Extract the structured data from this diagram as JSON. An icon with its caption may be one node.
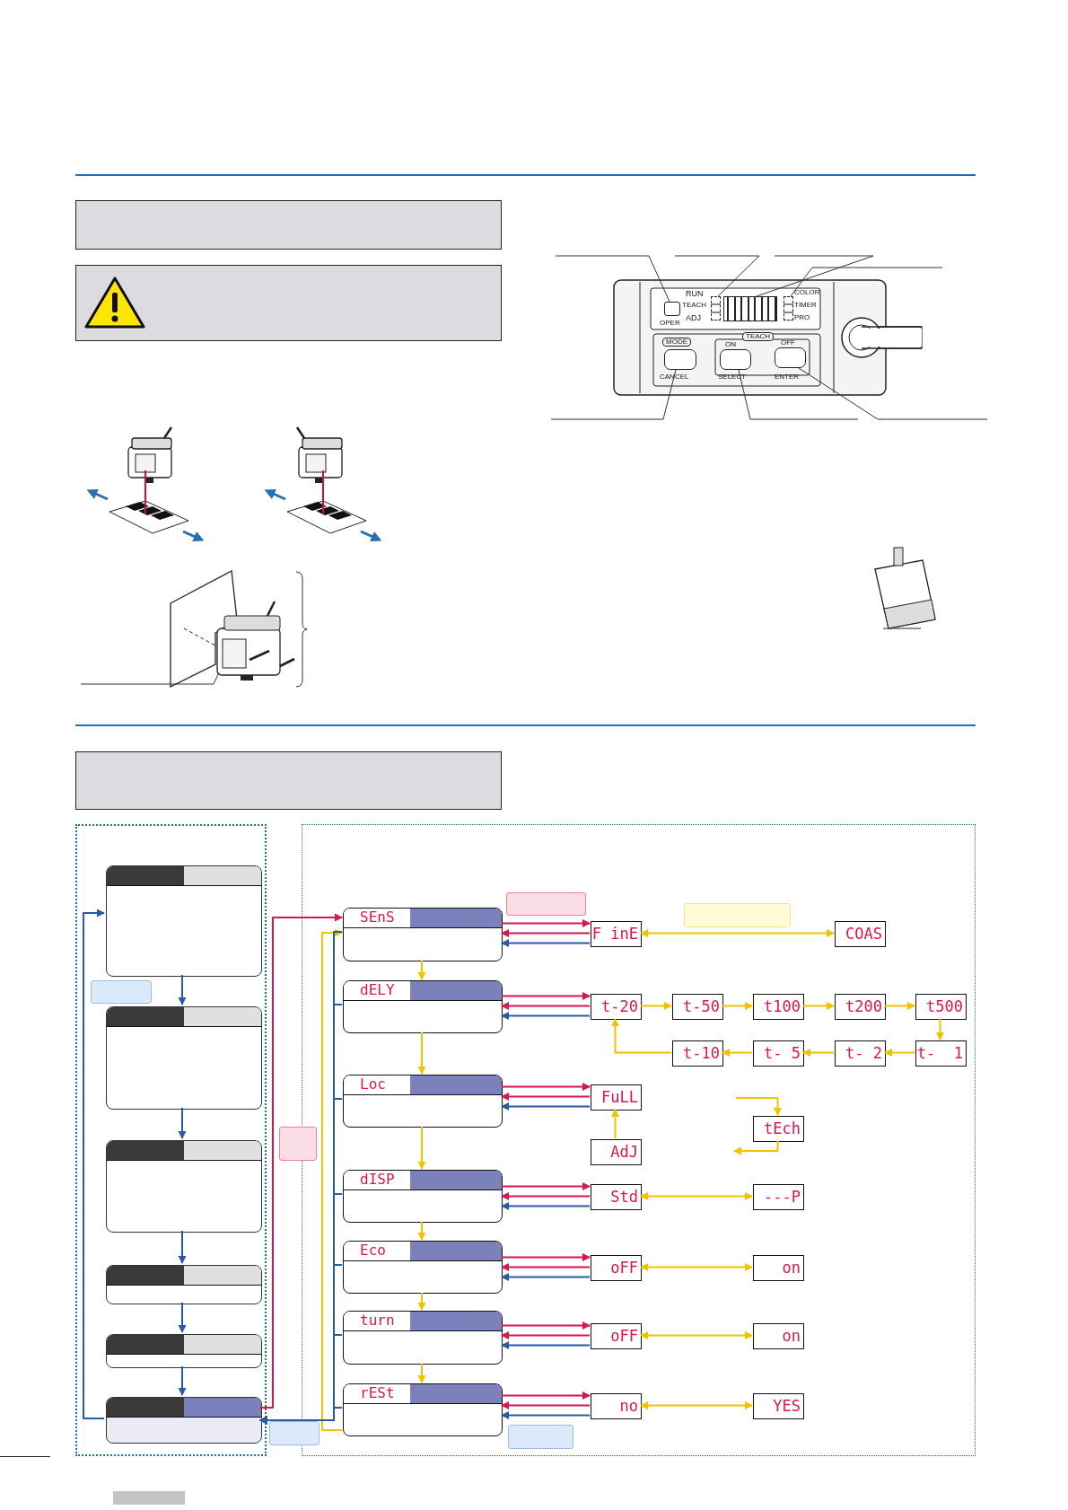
{
  "diagram": {
    "nodes": [
      {
        "text": [],
        "shape": "box"
      },
      {
        "text": [],
        "shape": "box",
        "in": 0
      },
      {
        "text": [],
        "shape": "box",
        "in": 0
      },
      {
        "text": [],
        "shape": "box",
        "in": 0
      },
      {
        "text": [],
        "shape": "box",
        "in": 0
      },
      {
        "text": [],
        "shape": "box",
        "in": 0
      },
      {
        "text": [],
        "shape": "box",
        "in": 0
      },
      {
        "text": [],
        "shape": "box"
      },
      {
        "text": [
          "SEnS"
        ],
        "in": 7
      },
      {
        "text": [
          "dELY"
        ],
        "in": 7
      },
      {
        "text": [
          "Loc"
        ],
        "in": 7
      },
      {
        "text": [
          "dISP"
        ],
        "in": 7
      },
      {
        "text": [
          "Eco"
        ],
        "in": 7
      },
      {
        "text": [
          "turn"
        ],
        "in": 7
      },
      {
        "text": [
          "rESt"
        ],
        "in": 7
      },
      {
        "text": [
          "F inE"
        ],
        "in": 7
      },
      {
        "text": [
          "COAS"
        ],
        "in": 7
      },
      {
        "text": [
          "t-20"
        ],
        "in": 7
      },
      {
        "text": [
          "t-50"
        ],
        "in": 7
      },
      {
        "text": [
          "t100"
        ],
        "in": 7
      },
      {
        "text": [
          "t200"
        ],
        "in": 7
      },
      {
        "text": [
          "t500"
        ],
        "in": 7
      },
      {
        "text": [
          "t-  1"
        ],
        "in": 7
      },
      {
        "text": [
          "t- 2"
        ],
        "in": 7
      },
      {
        "text": [
          "t- 5"
        ],
        "in": 7
      },
      {
        "text": [
          "t-10"
        ],
        "in": 7
      },
      {
        "text": [
          "FuLL"
        ],
        "in": 7
      },
      {
        "text": [
          "AdJ"
        ],
        "in": 7
      },
      {
        "text": [
          "tEch"
        ],
        "in": 7
      },
      {
        "text": [
          "Std"
        ],
        "in": 7
      },
      {
        "text": [
          "---P"
        ],
        "in": 7
      },
      {
        "text": [
          "oFF"
        ],
        "in": 7
      },
      {
        "text": [
          "on"
        ],
        "in": 7
      },
      {
        "text": [
          "oFF"
        ],
        "in": 7
      },
      {
        "text": [
          "on"
        ],
        "in": 7
      },
      {
        "text": [
          "no"
        ],
        "in": 7
      },
      {
        "text": [
          "YES"
        ],
        "in": 7
      },
      {
        "text": [],
        "shape": "box",
        "in": 7
      },
      {
        "text": [],
        "shape": "box",
        "in": 7
      },
      {
        "text": [],
        "shape": "box",
        "in": 0
      },
      {
        "text": [],
        "shape": "box"
      },
      {
        "text": [],
        "shape": "box"
      },
      {
        "text": [],
        "shape": "box",
        "in": 7
      },
      {
        "text": [],
        "shape": "box"
      },
      {
        "text": [],
        "shape": "box"
      },
      {
        "text": [],
        "shape": "box"
      },
      {
        "text": [],
        "shape": "box"
      },
      {
        "text": [],
        "shape": "box"
      },
      {
        "text": [],
        "shape": "box"
      },
      {
        "text": [],
        "shape": "box"
      }
    ],
    "edges": [
      {
        "from": 1,
        "to": 2,
        "arrow": "to",
        "color": "#2a5aa6"
      },
      {
        "from": 2,
        "to": 3,
        "arrow": "to",
        "color": "#2a5aa6"
      },
      {
        "from": 3,
        "to": 4,
        "arrow": "to",
        "color": "#2a5aa6"
      },
      {
        "from": 4,
        "to": 5,
        "arrow": "to",
        "color": "#2a5aa6"
      },
      {
        "from": 5,
        "to": 6,
        "arrow": "to",
        "color": "#2a5aa6"
      },
      {
        "from": 6,
        "to": 1,
        "arrow": "to",
        "color": "#2a5aa6"
      },
      {
        "from": 6,
        "to": 8,
        "arrow": "to",
        "color": "#d9164f"
      },
      {
        "from": 14,
        "to": 8,
        "arrow": "to"
      },
      {
        "from": 8,
        "to": 6,
        "arrow": "to",
        "color": "#2a5aa6"
      },
      {
        "from": 9,
        "to": 6,
        "arrow": "to",
        "color": "#2a5aa6"
      },
      {
        "from": 10,
        "to": 6,
        "arrow": "to",
        "color": "#2a5aa6"
      },
      {
        "from": 11,
        "to": 6,
        "arrow": "to",
        "color": "#2a5aa6"
      },
      {
        "from": 12,
        "to": 6,
        "arrow": "to",
        "color": "#2a5aa6"
      },
      {
        "from": 13,
        "to": 6,
        "arrow": "to",
        "color": "#2a5aa6"
      },
      {
        "from": 14,
        "to": 6,
        "arrow": "to",
        "color": "#2a5aa6"
      },
      {
        "from": 8,
        "to": 9,
        "arrow": "to"
      },
      {
        "from": 9,
        "to": 10,
        "arrow": "to"
      },
      {
        "from": 10,
        "to": 11,
        "arrow": "to"
      },
      {
        "from": 11,
        "to": 12,
        "arrow": "to"
      },
      {
        "from": 12,
        "to": 13,
        "arrow": "to"
      },
      {
        "from": 13,
        "to": 14,
        "arrow": "to"
      },
      {
        "from": 8,
        "to": 15,
        "arrow": "to",
        "color": "#d9164f"
      },
      {
        "from": 15,
        "to": 8,
        "arrow": "to",
        "color": "#d9164f"
      },
      {
        "from": 15,
        "to": 8,
        "arrow": "to",
        "color": "#2a5aa6"
      },
      {
        "from": 9,
        "to": 17,
        "arrow": "to",
        "color": "#d9164f"
      },
      {
        "from": 17,
        "to": 9,
        "arrow": "to",
        "color": "#d9164f"
      },
      {
        "from": 17,
        "to": 9,
        "arrow": "to",
        "color": "#2a5aa6"
      },
      {
        "from": 10,
        "to": 26,
        "arrow": "to",
        "color": "#d9164f"
      },
      {
        "from": 26,
        "to": 10,
        "arrow": "to",
        "color": "#d9164f"
      },
      {
        "from": 26,
        "to": 10,
        "arrow": "to",
        "color": "#2a5aa6"
      },
      {
        "from": 11,
        "to": 29,
        "arrow": "to",
        "color": "#d9164f"
      },
      {
        "from": 29,
        "to": 11,
        "arrow": "to",
        "color": "#d9164f"
      },
      {
        "from": 29,
        "to": 11,
        "arrow": "to",
        "color": "#2a5aa6"
      },
      {
        "from": 12,
        "to": 31,
        "arrow": "to",
        "color": "#d9164f"
      },
      {
        "from": 31,
        "to": 12,
        "arrow": "to",
        "color": "#d9164f"
      },
      {
        "from": 31,
        "to": 12,
        "arrow": "to",
        "color": "#2a5aa6"
      },
      {
        "from": 13,
        "to": 33,
        "arrow": "to",
        "color": "#d9164f"
      },
      {
        "from": 33,
        "to": 13,
        "arrow": "to",
        "color": "#d9164f"
      },
      {
        "from": 33,
        "to": 13,
        "arrow": "to",
        "color": "#2a5aa6"
      },
      {
        "from": 14,
        "to": 35,
        "arrow": "to",
        "color": "#d9164f"
      },
      {
        "from": 35,
        "to": 14,
        "arrow": "to",
        "color": "#d9164f"
      },
      {
        "from": 35,
        "to": 14,
        "arrow": "to",
        "color": "#2a5aa6"
      },
      {
        "from": 15,
        "to": 16,
        "arrow": "both"
      },
      {
        "from": 17,
        "to": 18,
        "arrow": "to"
      },
      {
        "from": 18,
        "to": 19,
        "arrow": "to"
      },
      {
        "from": 19,
        "to": 20,
        "arrow": "to"
      },
      {
        "from": 20,
        "to": 21,
        "arrow": "to"
      },
      {
        "from": 21,
        "to": 22,
        "arrow": "to"
      },
      {
        "from": 22,
        "to": 23,
        "arrow": "to"
      },
      {
        "from": 23,
        "to": 24,
        "arrow": "to"
      },
      {
        "from": 24,
        "to": 25,
        "arrow": "to"
      },
      {
        "from": 25,
        "to": 17,
        "arrow": "to"
      },
      {
        "from": 27,
        "to": 26,
        "arrow": "to"
      },
      {
        "from": null,
        "to": 28,
        "arrow": "to"
      },
      {
        "from": 28,
        "to": null,
        "arrow": "to"
      },
      {
        "from": 29,
        "to": 30,
        "arrow": "both"
      },
      {
        "from": 31,
        "to": 32,
        "arrow": "both"
      },
      {
        "from": 33,
        "to": 34,
        "arrow": "both"
      },
      {
        "from": 35,
        "to": 36,
        "arrow": "both"
      },
      {
        "from": null,
        "to": 43,
        "arrow": "none",
        "color": "#333333"
      },
      {
        "from": null,
        "to": 44,
        "arrow": "none",
        "color": "#333333"
      },
      {
        "from": null,
        "to": 45,
        "arrow": "none",
        "color": "#333333"
      },
      {
        "from": null,
        "to": 46,
        "arrow": "none",
        "color": "#333333"
      },
      {
        "from": null,
        "to": 47,
        "arrow": "none",
        "color": "#333333"
      },
      {
        "from": null,
        "to": 48,
        "arrow": "none",
        "color": "#333333"
      },
      {
        "from": null,
        "to": 49,
        "arrow": "none",
        "color": "#333333"
      }
    ],
    "labels": [
      "RUN",
      "COLOR",
      "TEACH",
      "TIMER",
      "ADJ",
      "OPER",
      "PRO",
      "MODE",
      "TEACH",
      "ON",
      "OFF",
      "CANCEL",
      "SELECT",
      "ENTER"
    ]
  }
}
